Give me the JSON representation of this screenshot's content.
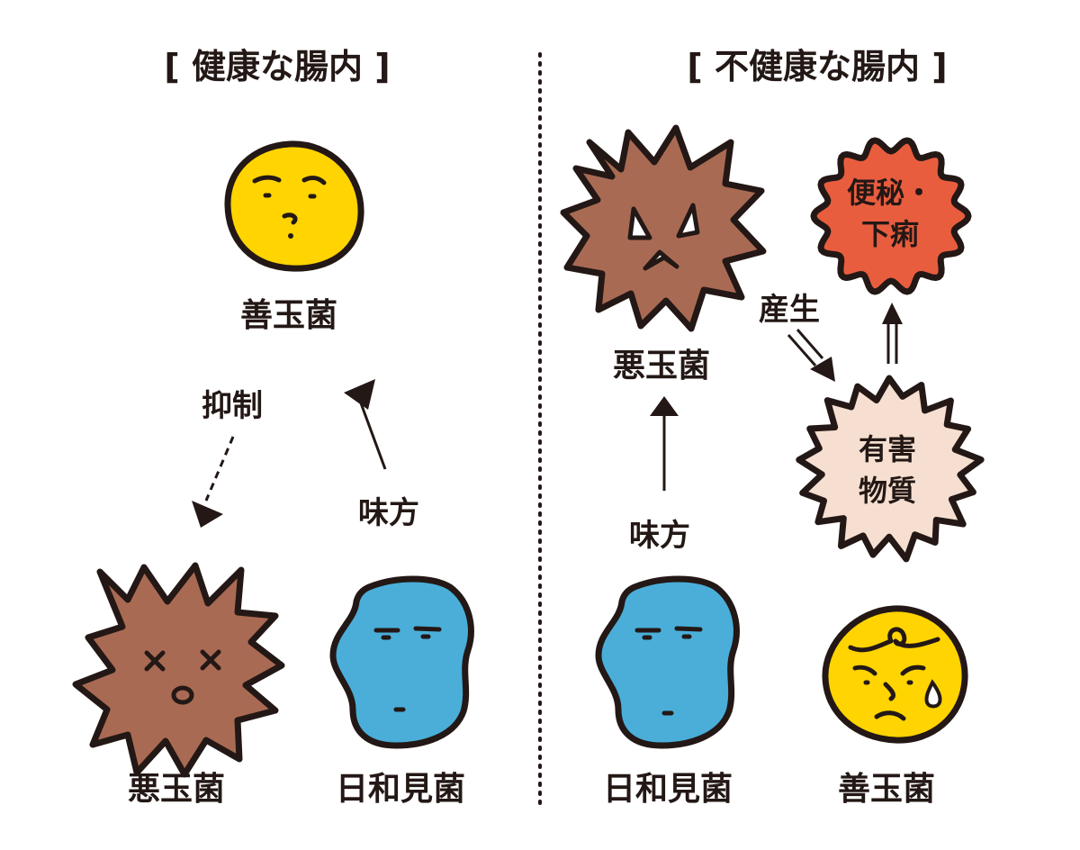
{
  "colors": {
    "good": "#ffd400",
    "bad": "#a96a54",
    "neutral": "#4aaed8",
    "symptom": "#e95d3f",
    "toxin": "#f6dfd0",
    "ink": "#231815"
  },
  "healthy": {
    "title": "[ 健康な腸内 ]",
    "good_label": "善玉菌",
    "bad_label": "悪玉菌",
    "neutral_label": "日和見菌",
    "suppress_label": "抑制",
    "ally_label": "味方"
  },
  "unhealthy": {
    "title": "[ 不健康な腸内 ]",
    "bad_label": "悪玉菌",
    "neutral_label": "日和見菌",
    "good_label": "善玉菌",
    "ally_label": "味方",
    "produce_label": "産生",
    "toxin_line1": "有害",
    "toxin_line2": "物質",
    "symptom_line1": "便秘・",
    "symptom_line2": "下痢"
  }
}
